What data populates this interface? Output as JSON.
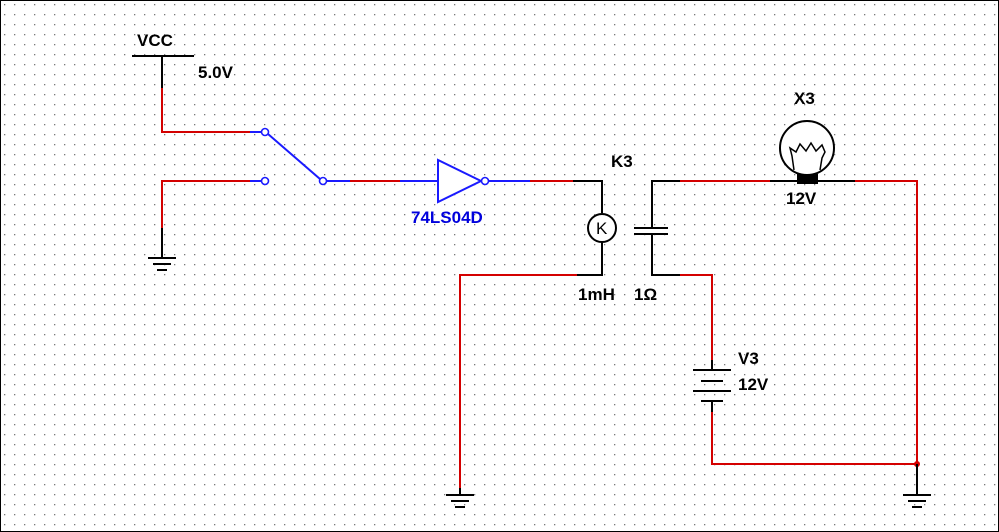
{
  "vcc": {
    "name": "VCC",
    "value": "5.0V"
  },
  "inverter": {
    "name": "74LS04D"
  },
  "relay": {
    "name": "K3",
    "coil_symbol": "K",
    "coil_inductance": "1mH",
    "coil_resistance": "1Ω"
  },
  "lamp": {
    "name": "X3",
    "rating": "12V"
  },
  "battery": {
    "name": "V3",
    "value": "12V"
  },
  "colors": {
    "wire_power": "#d40000",
    "wire_signal": "#1a1aff",
    "component": "#000000",
    "grid_dot": "#777777",
    "label_blue": "#0000dd"
  }
}
